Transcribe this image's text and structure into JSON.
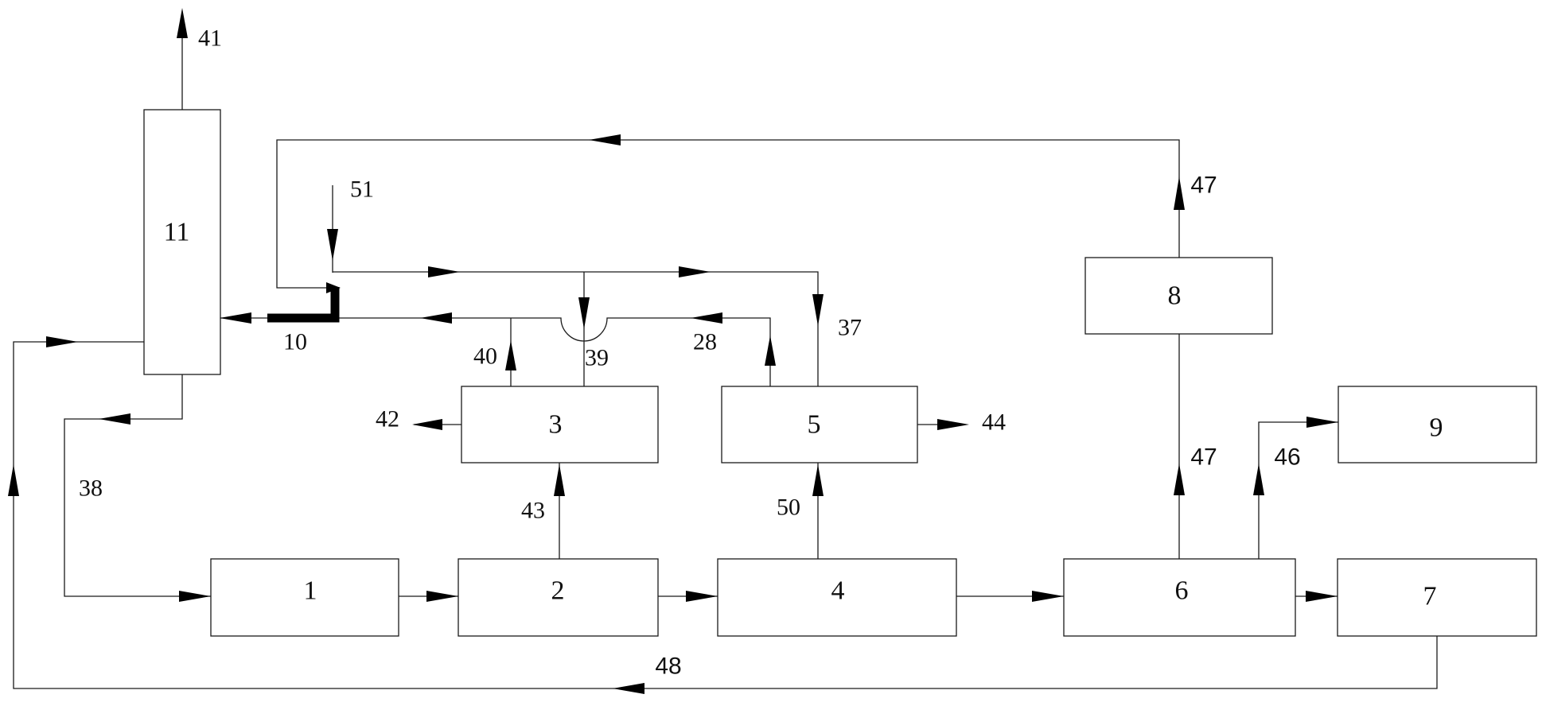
{
  "units": [
    {
      "id": "unit-1",
      "label": "1"
    },
    {
      "id": "unit-2",
      "label": "2"
    },
    {
      "id": "unit-3",
      "label": "3"
    },
    {
      "id": "unit-4",
      "label": "4"
    },
    {
      "id": "unit-5",
      "label": "5"
    },
    {
      "id": "unit-6",
      "label": "6"
    },
    {
      "id": "unit-7",
      "label": "7"
    },
    {
      "id": "unit-8",
      "label": "8"
    },
    {
      "id": "unit-9",
      "label": "9"
    },
    {
      "id": "unit-11",
      "label": "11"
    }
  ],
  "streams": [
    {
      "id": "stream-41",
      "label": "41"
    },
    {
      "id": "stream-51",
      "label": "51"
    },
    {
      "id": "stream-10",
      "label": "10"
    },
    {
      "id": "stream-40",
      "label": "40"
    },
    {
      "id": "stream-39",
      "label": "39"
    },
    {
      "id": "stream-28",
      "label": "28"
    },
    {
      "id": "stream-37",
      "label": "37"
    },
    {
      "id": "stream-42",
      "label": "42"
    },
    {
      "id": "stream-44",
      "label": "44"
    },
    {
      "id": "stream-38",
      "label": "38"
    },
    {
      "id": "stream-43",
      "label": "43"
    },
    {
      "id": "stream-50",
      "label": "50"
    },
    {
      "id": "stream-47-top",
      "label": "47"
    },
    {
      "id": "stream-47-bottom",
      "label": "47"
    },
    {
      "id": "stream-46",
      "label": "46"
    },
    {
      "id": "stream-48",
      "label": "48"
    }
  ]
}
